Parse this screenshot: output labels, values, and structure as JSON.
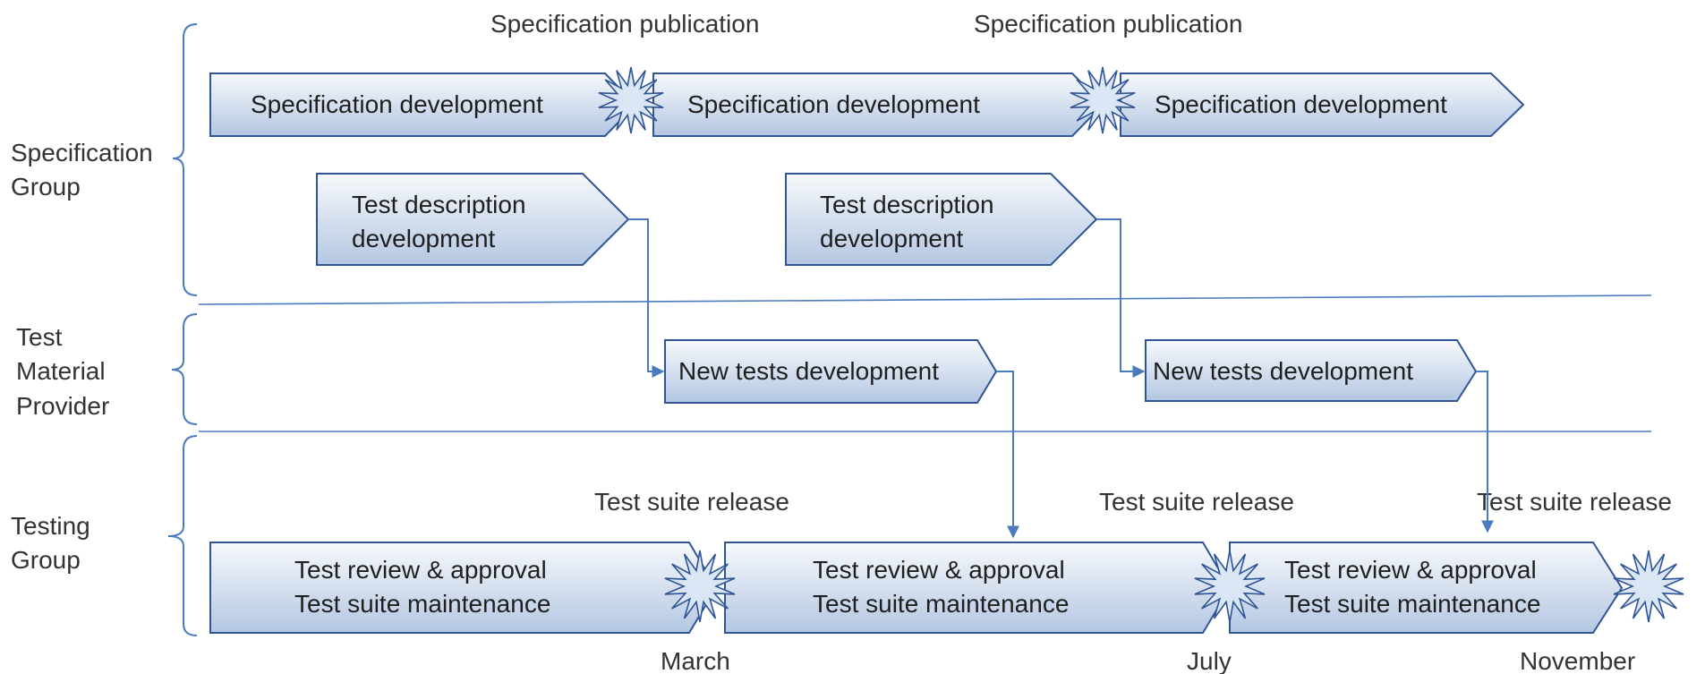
{
  "groups": {
    "specification": "Specification\nGroup",
    "tmp": "Test\nMaterial\nProvider",
    "testing": "Testing\nGroup"
  },
  "milestones": {
    "spec_pub_1": "Specification publication",
    "spec_pub_2": "Specification publication",
    "release_1": "Test suite release",
    "release_2": "Test suite release",
    "release_3": "Test suite release"
  },
  "spec_dev": [
    "Specification development",
    "Specification development",
    "Specification development"
  ],
  "test_desc": [
    [
      "Test description",
      "development"
    ],
    [
      "Test description",
      "development"
    ]
  ],
  "new_tests": [
    "New tests development",
    "New tests development"
  ],
  "testing": [
    [
      "Test review & approval",
      "Test suite maintenance"
    ],
    [
      "Test review & approval",
      "Test suite maintenance"
    ],
    [
      "Test review & approval",
      "Test suite maintenance"
    ]
  ],
  "months": [
    "March",
    "July",
    "November"
  ],
  "colors": {
    "box_top": "#f7f9fc",
    "box_bottom": "#b4c7e2",
    "box_stroke": "#2f5597",
    "line": "#4a7bbf",
    "text": "#333333"
  }
}
